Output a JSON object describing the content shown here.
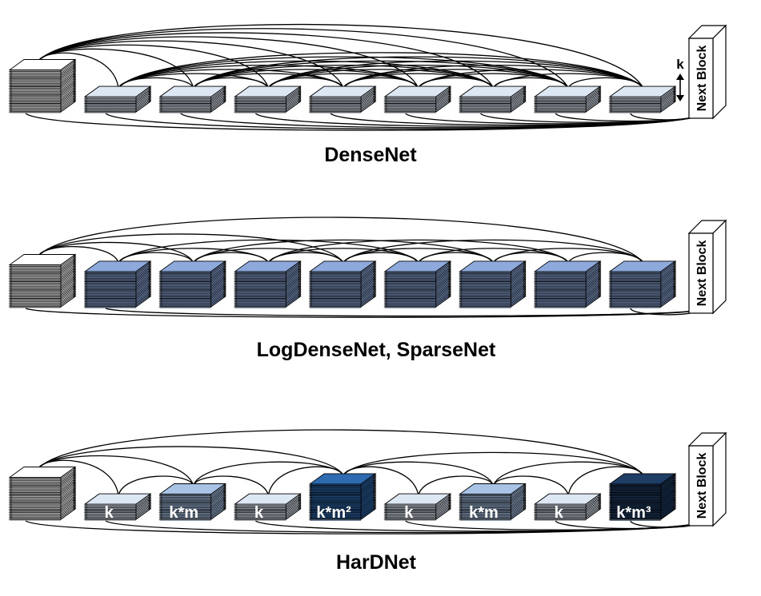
{
  "panels": [
    {
      "id": "densenet",
      "caption": "DenseNet",
      "next_block_label": "Next Block",
      "k_marker": "k",
      "connectivity": "dense",
      "layer_colors": [
        "#dde6f3",
        "#dde6f3",
        "#dde6f3",
        "#dde6f3",
        "#dde6f3",
        "#dde6f3",
        "#dde6f3",
        "#dde6f3"
      ],
      "layer_sizes": [
        "thin",
        "thin",
        "thin",
        "thin",
        "thin",
        "thin",
        "thin",
        "thin"
      ],
      "layer_labels": []
    },
    {
      "id": "logdensenet",
      "caption": "LogDenseNet, SparseNet",
      "next_block_label": "Next Block",
      "connectivity": "logarithmic",
      "layer_colors": [
        "#8ea9db",
        "#8ea9db",
        "#8ea9db",
        "#8ea9db",
        "#8ea9db",
        "#8ea9db",
        "#8ea9db",
        "#8ea9db"
      ],
      "layer_sizes": [
        "thick",
        "thick",
        "thick",
        "thick",
        "thick",
        "thick",
        "thick",
        "thick"
      ],
      "layer_labels": []
    },
    {
      "id": "hardnet",
      "caption": "HarDNet",
      "next_block_label": "Next Block",
      "connectivity": "harmonic",
      "layer_colors": [
        "#dde6f3",
        "#a8c3e6",
        "#dde6f3",
        "#2e6ab0",
        "#dde6f3",
        "#a8c3e6",
        "#dde6f3",
        "#1f3e66"
      ],
      "layer_sizes": [
        "thin",
        "medium",
        "thin",
        "thick",
        "thin",
        "medium",
        "thin",
        "thick"
      ],
      "layer_labels": [
        "k",
        "k*m",
        "k",
        "k*m²",
        "k",
        "k*m",
        "k",
        "k*m³"
      ]
    }
  ]
}
